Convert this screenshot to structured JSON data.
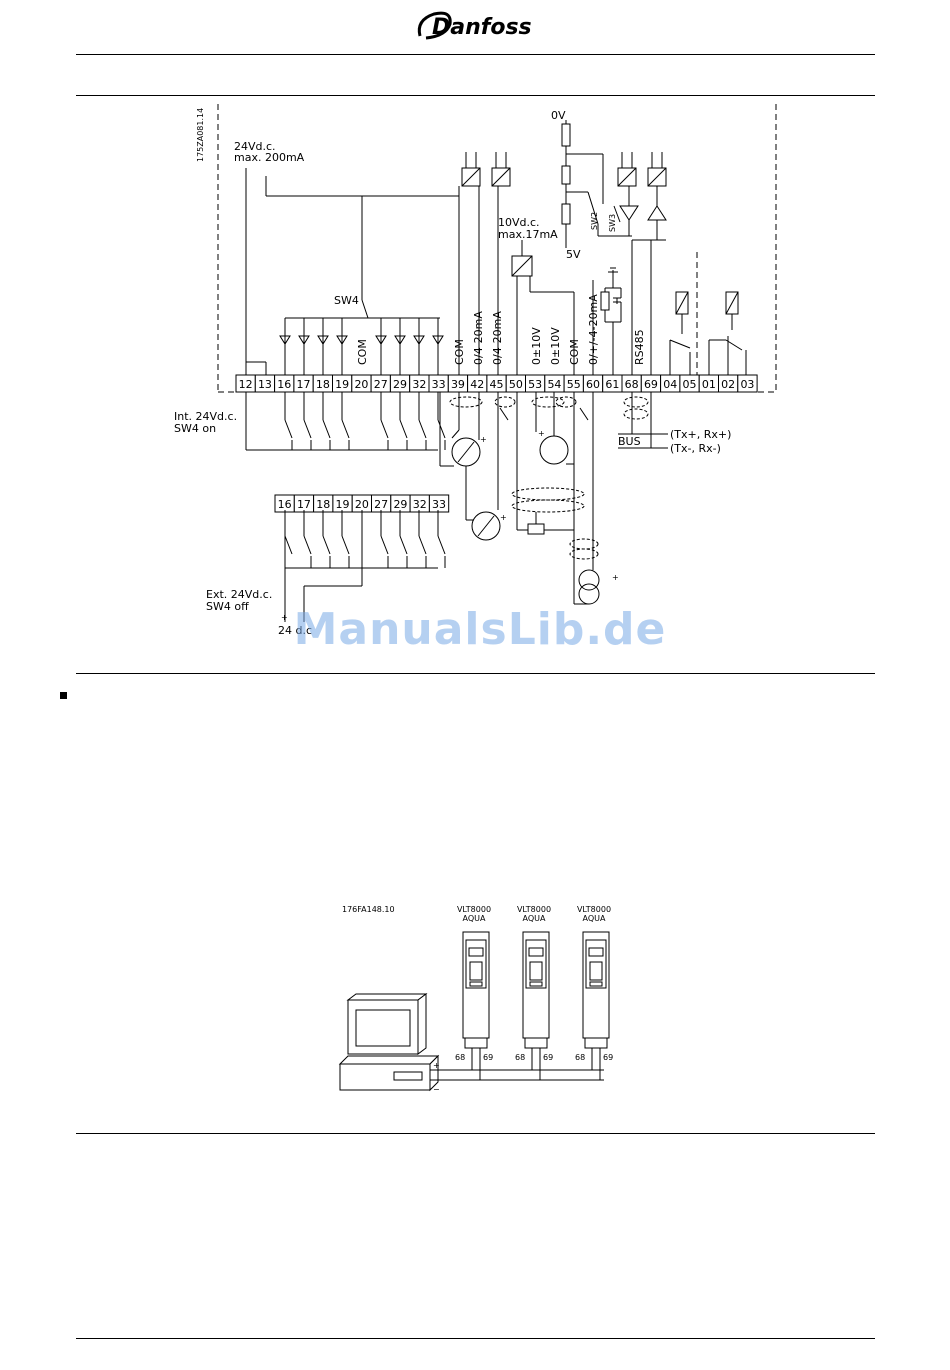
{
  "brand": {
    "name": "Danfoss"
  },
  "watermark": "ManualsLib.de",
  "diagram1": {
    "ref": "175ZA081.14",
    "supply_label_1": "24Vd.c.",
    "supply_label_2": "max. 200mA",
    "sw4": "SW4",
    "analog_supply_1": "10Vd.c.",
    "analog_supply_2": "max.17mA",
    "zero_v": "0V",
    "five_v": "5V",
    "sw2": "SW2",
    "sw3": "SW3",
    "int_1": "Int. 24Vd.c.",
    "int_2": "SW4  on",
    "ext_1": "Ext. 24Vd.c.",
    "ext_2": "SW4  off",
    "ext_3": "24 d.c",
    "bus": "BUS",
    "txp": "(Tx+, Rx+)",
    "txm": "(Tx-, Rx-)",
    "terminals_main": [
      "12",
      "13",
      "16",
      "17",
      "18",
      "19",
      "20",
      "27",
      "29",
      "32",
      "33",
      "39",
      "42",
      "45",
      "50",
      "53",
      "54",
      "55",
      "60",
      "61",
      "68",
      "69",
      "04",
      "05",
      "01",
      "02",
      "03"
    ],
    "terminals_ext": [
      "16",
      "17",
      "18",
      "19",
      "20",
      "27",
      "29",
      "32",
      "33"
    ],
    "vertical_labels": [
      "COM",
      "COM",
      "0/4-20mA",
      "0/4-20mA",
      "0±10V",
      "0±10V",
      "COM",
      "0/+/-4-20mA",
      "RS485"
    ]
  },
  "diagram2": {
    "ref": "176FA148.10",
    "drive_line1": "VLT8000",
    "drive_line2": "AQUA",
    "t68": "68",
    "t69": "69",
    "plus": "+",
    "minus": "−"
  }
}
